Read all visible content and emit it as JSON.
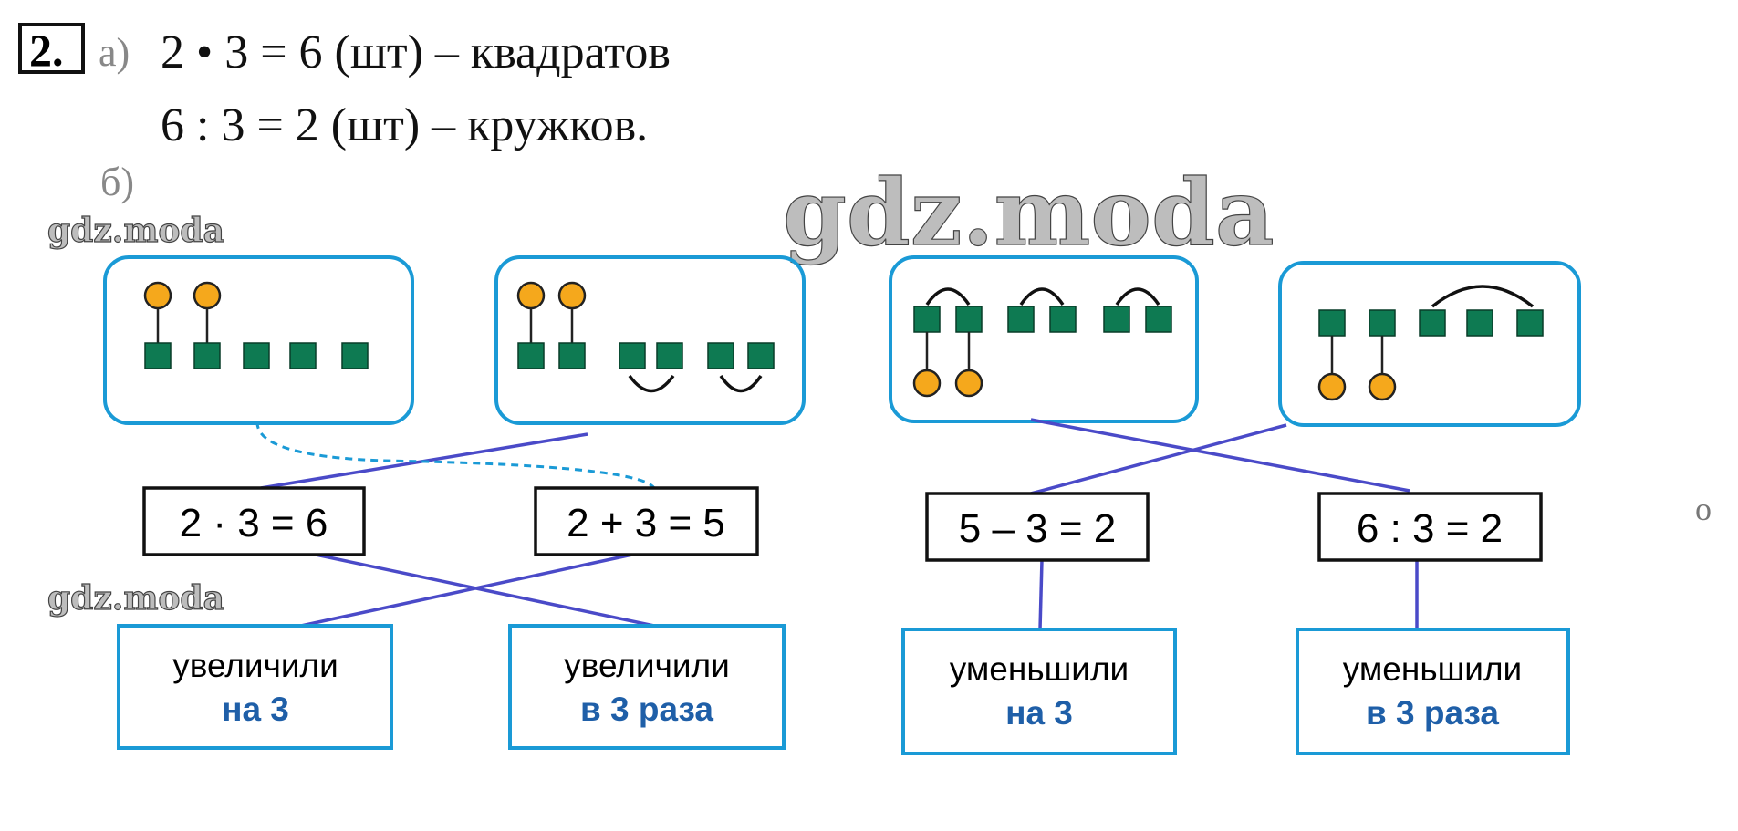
{
  "task": {
    "number": "2.",
    "part_a_label": "а)",
    "line1": "2 • 3 = 6 (шт) – квадратов",
    "line2": "6 : 3 = 2 (шт) – кружков.",
    "part_b_label": "б)",
    "stray_letter": "о"
  },
  "watermarks": {
    "small_1": "gdz.moda",
    "small_2": "gdz.moda",
    "large": "gdz.moda"
  },
  "equations": [
    "2 · 3 = 6",
    "2 + 3 = 5",
    "5 – 3 = 2",
    "6 : 3 = 2"
  ],
  "results": [
    {
      "verb": "увеличили",
      "amount": "на 3"
    },
    {
      "verb": "увеличили",
      "amount": "в 3 раза"
    },
    {
      "verb": "уменьшили",
      "amount": "на 3"
    },
    {
      "verb": "уменьшили",
      "amount": "в 3 раза"
    }
  ],
  "colors": {
    "square": "#0e7a52",
    "circle": "#f5a81c",
    "frame": "#1a9ad6",
    "connector": "#4a4ac8",
    "emphasis": "#1f5fa8"
  }
}
